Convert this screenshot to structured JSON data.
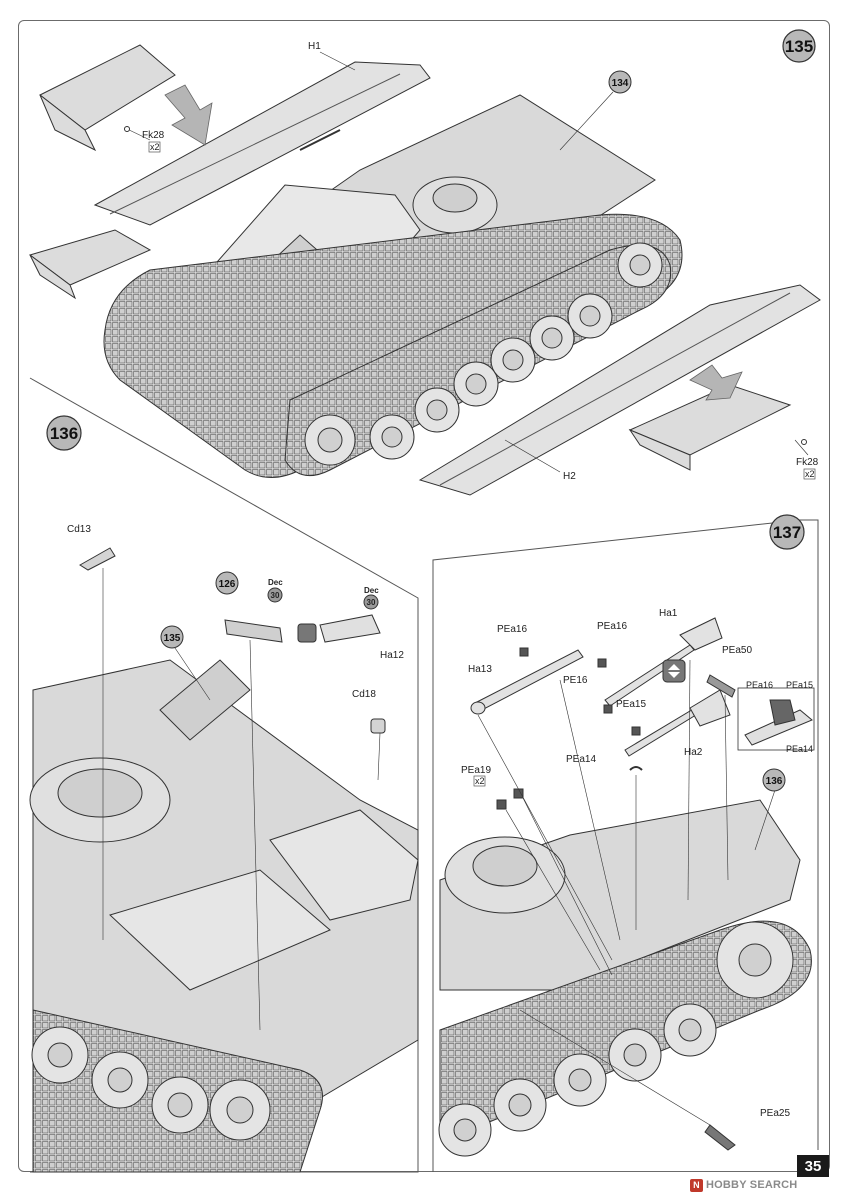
{
  "page": {
    "number": "35"
  },
  "watermark": {
    "logo_glyph": "N",
    "text": "HOBBY SEARCH"
  },
  "steps": {
    "s135": {
      "number": "135",
      "ref": "134",
      "labels": {
        "h1": "H1",
        "h2": "H2",
        "fk28_left": "Fk28",
        "fk28_left_qty": "x2",
        "fk28_right": "Fk28",
        "fk28_right_qty": "x2"
      }
    },
    "s136": {
      "number": "136",
      "ref_126": "126",
      "ref_135": "135",
      "decal_no": "30",
      "decal_label": "Dec",
      "labels": {
        "cd13": "Cd13",
        "cd18": "Cd18",
        "ha12": "Ha12"
      }
    },
    "s137": {
      "number": "137",
      "ref_136": "136",
      "labels": {
        "pea16_a": "PEa16",
        "pea16_b": "PEa16",
        "pea16_c": "PE16",
        "pea15": "PEa15",
        "pea14": "PEa14",
        "pea50": "PEa50",
        "pea19": "PEa19",
        "pea19_qty": "x2",
        "pea25": "PEa25",
        "ha1": "Ha1",
        "ha2": "Ha2",
        "ha13": "Ha13",
        "detail_pea16": "PEa16",
        "detail_pea15": "PEa15",
        "detail_pea14": "PEa14"
      }
    }
  },
  "colors": {
    "part_fill": "#d9d9d9",
    "line": "#333333",
    "step_circle": "#b8b8b8",
    "arrow": "#b5b5b5"
  }
}
